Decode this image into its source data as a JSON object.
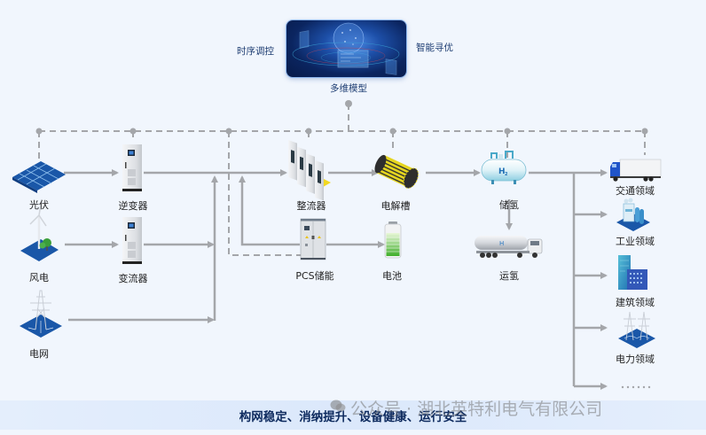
{
  "control_module": {
    "center_label": "多维模型",
    "left_label": "时序调控",
    "right_label": "智能寻优"
  },
  "nodes": {
    "solar": {
      "label": "光伏",
      "icon": "solar-panel-icon"
    },
    "wind": {
      "label": "风电",
      "icon": "wind-turbine-icon"
    },
    "grid": {
      "label": "电网",
      "icon": "transmission-tower-icon"
    },
    "inverter": {
      "label": "逆变器",
      "icon": "inverter-cabinet-icon"
    },
    "converter": {
      "label": "变流器",
      "icon": "converter-cabinet-icon"
    },
    "rectifier": {
      "label": "整流器",
      "icon": "rectifier-cabinets-icon"
    },
    "pcs": {
      "label": "PCS储能",
      "icon": "pcs-cabinet-icon"
    },
    "electrolyzer": {
      "label": "电解槽",
      "icon": "electrolyzer-icon"
    },
    "battery": {
      "label": "电池",
      "icon": "battery-icon"
    },
    "h2_storage": {
      "label": "储氢",
      "icon": "hydrogen-tank-icon",
      "badge": "H₂"
    },
    "h2_transport": {
      "label": "运氢",
      "icon": "hydrogen-tanker-truck-icon",
      "badge": "H₂"
    }
  },
  "applications": [
    {
      "label": "交通领域",
      "icon": "truck-icon"
    },
    {
      "label": "工业领域",
      "icon": "industrial-plant-icon"
    },
    {
      "label": "建筑领域",
      "icon": "buildings-icon"
    },
    {
      "label": "电力领域",
      "icon": "power-tower-icon"
    },
    {
      "label": "……",
      "icon": "more-ellipsis-icon"
    }
  ],
  "footer": {
    "slogan": "构网稳定、消纳提升、设备健康、运行安全"
  },
  "watermark": {
    "text": "公众号 · 湖北英特利电气有限公司",
    "icon": "wechat-icon"
  },
  "colors": {
    "line": "#a4a6aa",
    "dashed": "#a4a6aa",
    "panel_blue": "#1a57a8",
    "background": "#f1f6fd",
    "footer_text": "#0d2a5e"
  }
}
